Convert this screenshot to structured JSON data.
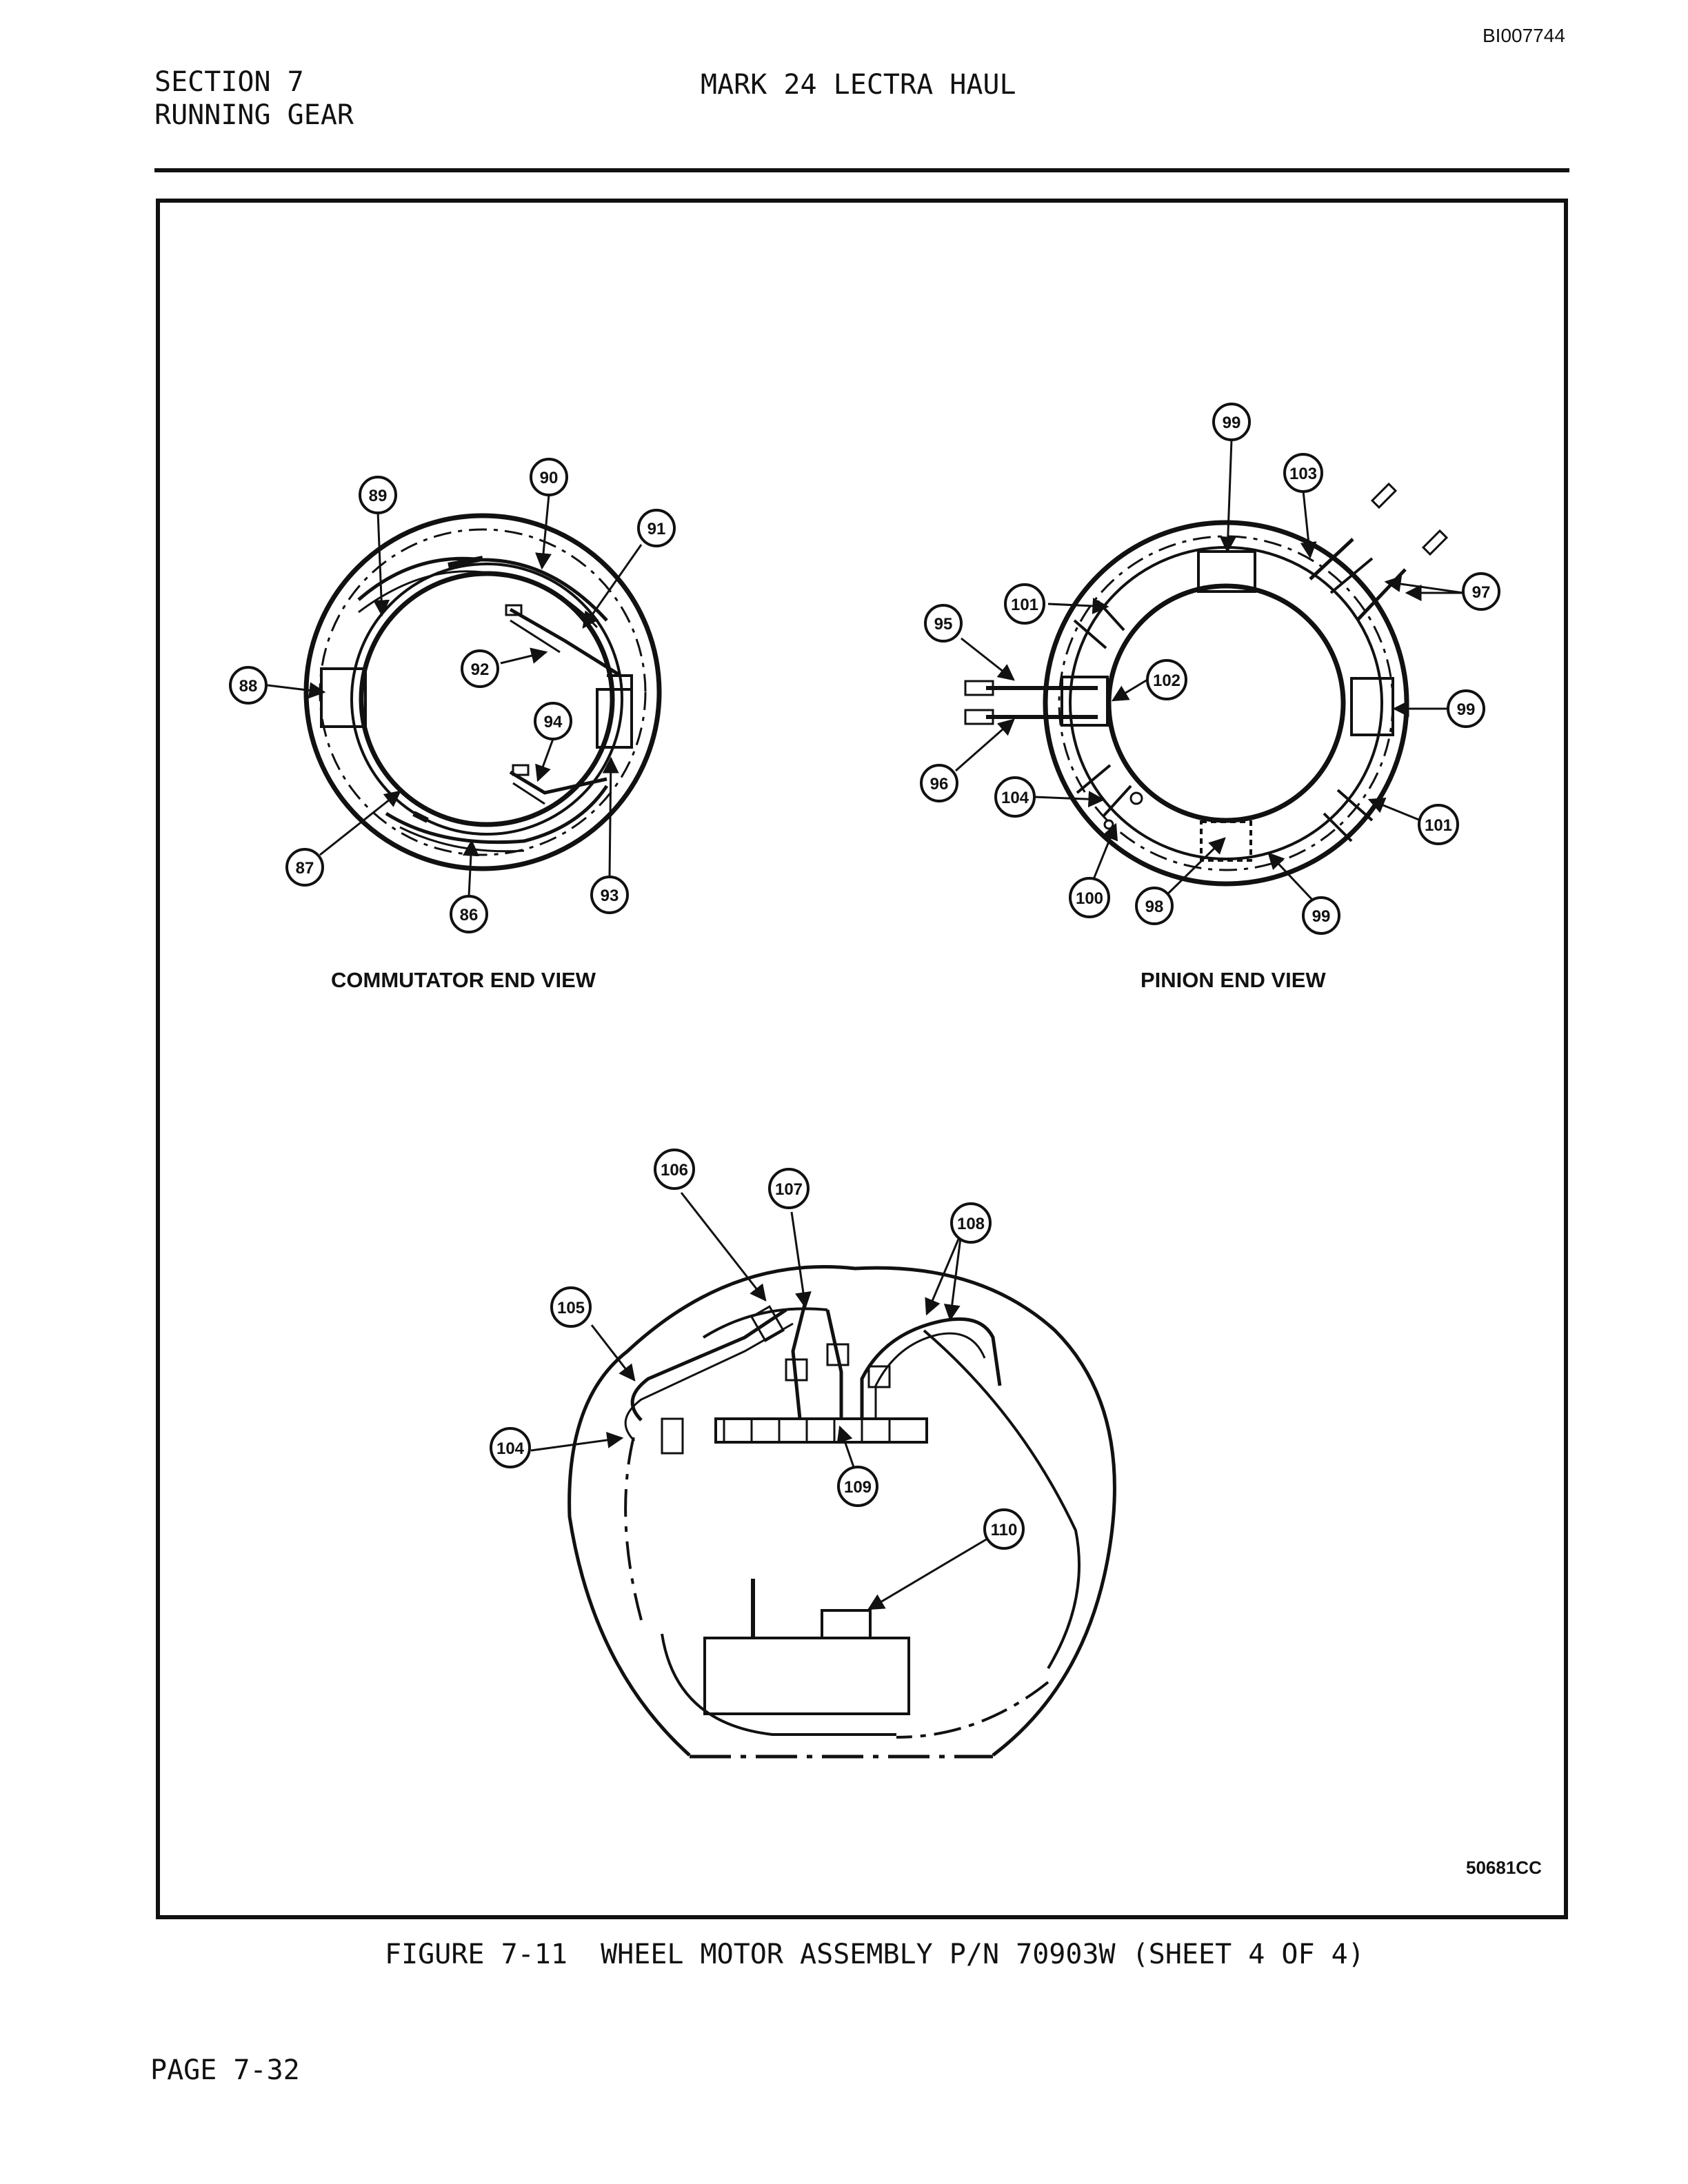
{
  "header": {
    "doc_id": "BI007744",
    "section_line1": "SECTION 7",
    "section_line2": "RUNNING GEAR",
    "manual_title": "MARK 24 LECTRA HAUL"
  },
  "figure": {
    "commutator_view_label": "COMMUTATOR END VIEW",
    "pinion_view_label": "PINION END VIEW",
    "drawing_code": "50681CC",
    "callouts": {
      "commutator": [
        "89",
        "90",
        "91",
        "92",
        "94",
        "88",
        "87",
        "86",
        "93"
      ],
      "pinion": [
        "99",
        "103",
        "97",
        "101",
        "95",
        "102",
        "99",
        "96",
        "104",
        "101",
        "100",
        "98",
        "99"
      ],
      "bottom": [
        "106",
        "107",
        "108",
        "105",
        "104",
        "109",
        "110"
      ]
    }
  },
  "caption": "FIGURE 7-11  WHEEL MOTOR ASSEMBLY P/N 70903W (SHEET 4 OF 4)",
  "footer": {
    "page": "PAGE 7-32"
  }
}
